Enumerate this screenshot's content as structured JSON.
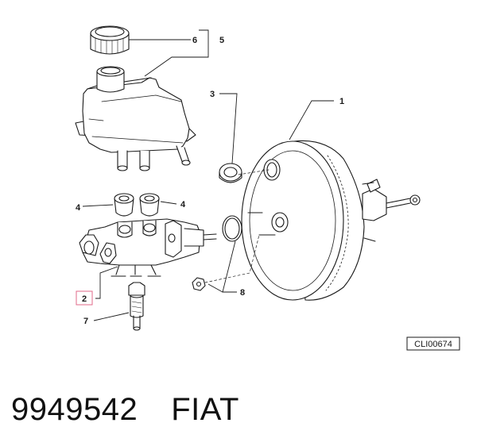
{
  "callouts": {
    "c1": "1",
    "c2": "2",
    "c3": "3",
    "c4a": "4",
    "c4b": "4",
    "c5": "5",
    "c6": "6",
    "c7": "7",
    "c8": "8"
  },
  "reference_code": "CLI00674",
  "caption": {
    "part_number": "9949542",
    "brand": "FIAT"
  },
  "colors": {
    "line": "#1a1a1a",
    "highlight": "#e06a8a"
  }
}
